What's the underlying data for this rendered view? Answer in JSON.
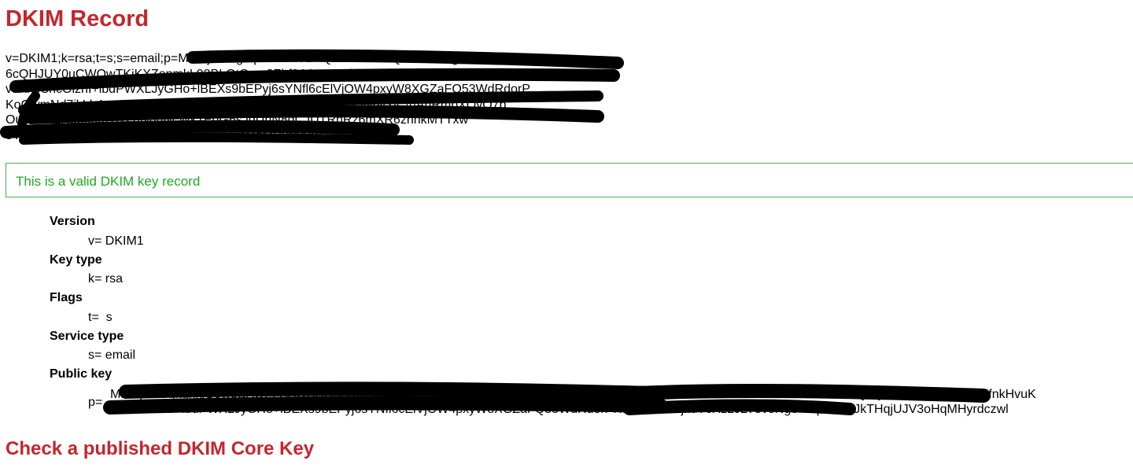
{
  "title": "DKIM Record",
  "record_lines": [
    "v=DKIM1;k=rsa;t=s;s=email;p=MIIBIjANBgkqhkiG9w0BAQEFAAOCAQ8AMIIBCgKCAQEAmo",
    "6cQHJUY0uCWQwTKiKXZonmkL92BLOtOme8Zbf3A2cwcu7hb3Z7VdQxQTiWB5LNp5laUfYEfnkH",
    "vuKx0SncOlzhI+lbdPWXLJyGHo+lBEXs9bEPyj6sYNfl6cElVjOW4pxyW8XGZaFQ53WdRdorP",
    "KoGwmNd7jkLb4vrt478ohp+0WbCg8KYiC07e76pvCR+Q5D8lONbyYiC/hAnRmpXQvQ7b",
    "OuxhlXa2Rbb9gmTrzLqN8hNcWk1EdG6sJdUhN8dCJUTRnRz6mXR6zhhkMTTxw",
    "5YcRz2J275veNg3+hqZfJO+JkTHqjUJV3oHqMHyrdczwlAB"
  ],
  "status_message": "This is a valid DKIM key record",
  "fields": [
    {
      "label": "Version",
      "value": "v= DKIM1"
    },
    {
      "label": "Key type",
      "value": "k= rsa"
    },
    {
      "label": "Flags",
      "value": "t=  s"
    },
    {
      "label": "Service type",
      "value": "s= email"
    }
  ],
  "public_key": {
    "label": "Public key",
    "prefix": "p=",
    "lines": [
      "MIIBIjANBgkqhkiG9w0BAQEFAAOCAQ8AMIIBCgKCAQEAmo6cQHJUY0uCWQwTKiKXZonmkL92BLOtOme8Zbf3A2cwcu7hb3Z7VdQxQTiWB5LNp5laUfYEfnkHvuK",
      "x0SncOlzhI+lbdPWXLJyGHo+lBEXs9bEPyj6sYNfl6cElVjOW4pxyW8XGZaFQ53WdRdorPKoGwmNd7jk5YcRz2J275veNg3+hqZfJO+JkTHqjUJV3oHqMHyrdczwl"
    ]
  },
  "section2_title": "Check a published DKIM Core Key"
}
